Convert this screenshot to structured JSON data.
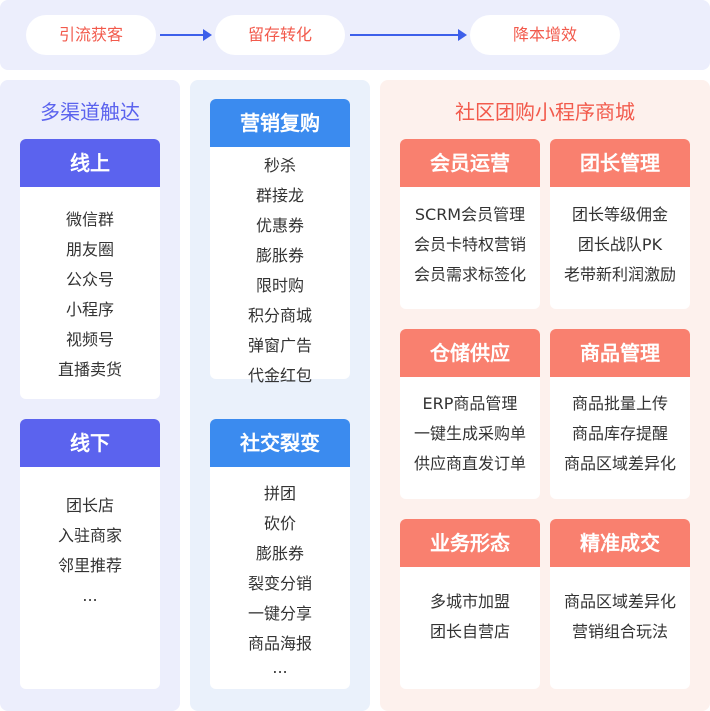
{
  "flow": {
    "steps": [
      "引流获客",
      "留存转化",
      "降本增效"
    ]
  },
  "channels": {
    "title": "多渠道触达",
    "online": {
      "title": "线上",
      "items": [
        "微信群",
        "朋友圈",
        "公众号",
        "小程序",
        "视频号",
        "直播卖货"
      ]
    },
    "offline": {
      "title": "线下",
      "items": [
        "团长店",
        "入驻商家",
        "邻里推荐",
        "..."
      ]
    }
  },
  "marketing": {
    "repurchase": {
      "title": "营销复购",
      "items": [
        "秒杀",
        "群接龙",
        "优惠券",
        "膨胀券",
        "限时购",
        "积分商城",
        "弹窗广告",
        "代金红包"
      ]
    },
    "social": {
      "title": "社交裂变",
      "items": [
        "拼团",
        "砍价",
        "膨胀券",
        "裂变分销",
        "一键分享",
        "商品海报",
        "..."
      ]
    }
  },
  "mall": {
    "title": "社区团购小程序商城",
    "cards": [
      {
        "title": "会员运营",
        "items": [
          "SCRM会员管理",
          "会员卡特权营销",
          "会员需求标签化"
        ]
      },
      {
        "title": "团长管理",
        "items": [
          "团长等级佣金",
          "团长战队PK",
          "老带新利润激励"
        ]
      },
      {
        "title": "仓储供应",
        "items": [
          "ERP商品管理",
          "一键生成采购单",
          "供应商直发订单"
        ]
      },
      {
        "title": "商品管理",
        "items": [
          "商品批量上传",
          "商品库存提醒",
          "商品区域差异化"
        ]
      },
      {
        "title": "业务形态",
        "items": [
          "多城市加盟",
          "团长自营店"
        ]
      },
      {
        "title": "精准成交",
        "items": [
          "商品区域差异化",
          "营销组合玩法"
        ]
      }
    ]
  },
  "colors": {
    "flow_bg": "#eceefc",
    "pill_text": "#f25a4c",
    "arrow": "#3d5fea",
    "channel_header": "#5b63ee",
    "marketing_header": "#3b8bef",
    "mall_header": "#f9806f"
  }
}
